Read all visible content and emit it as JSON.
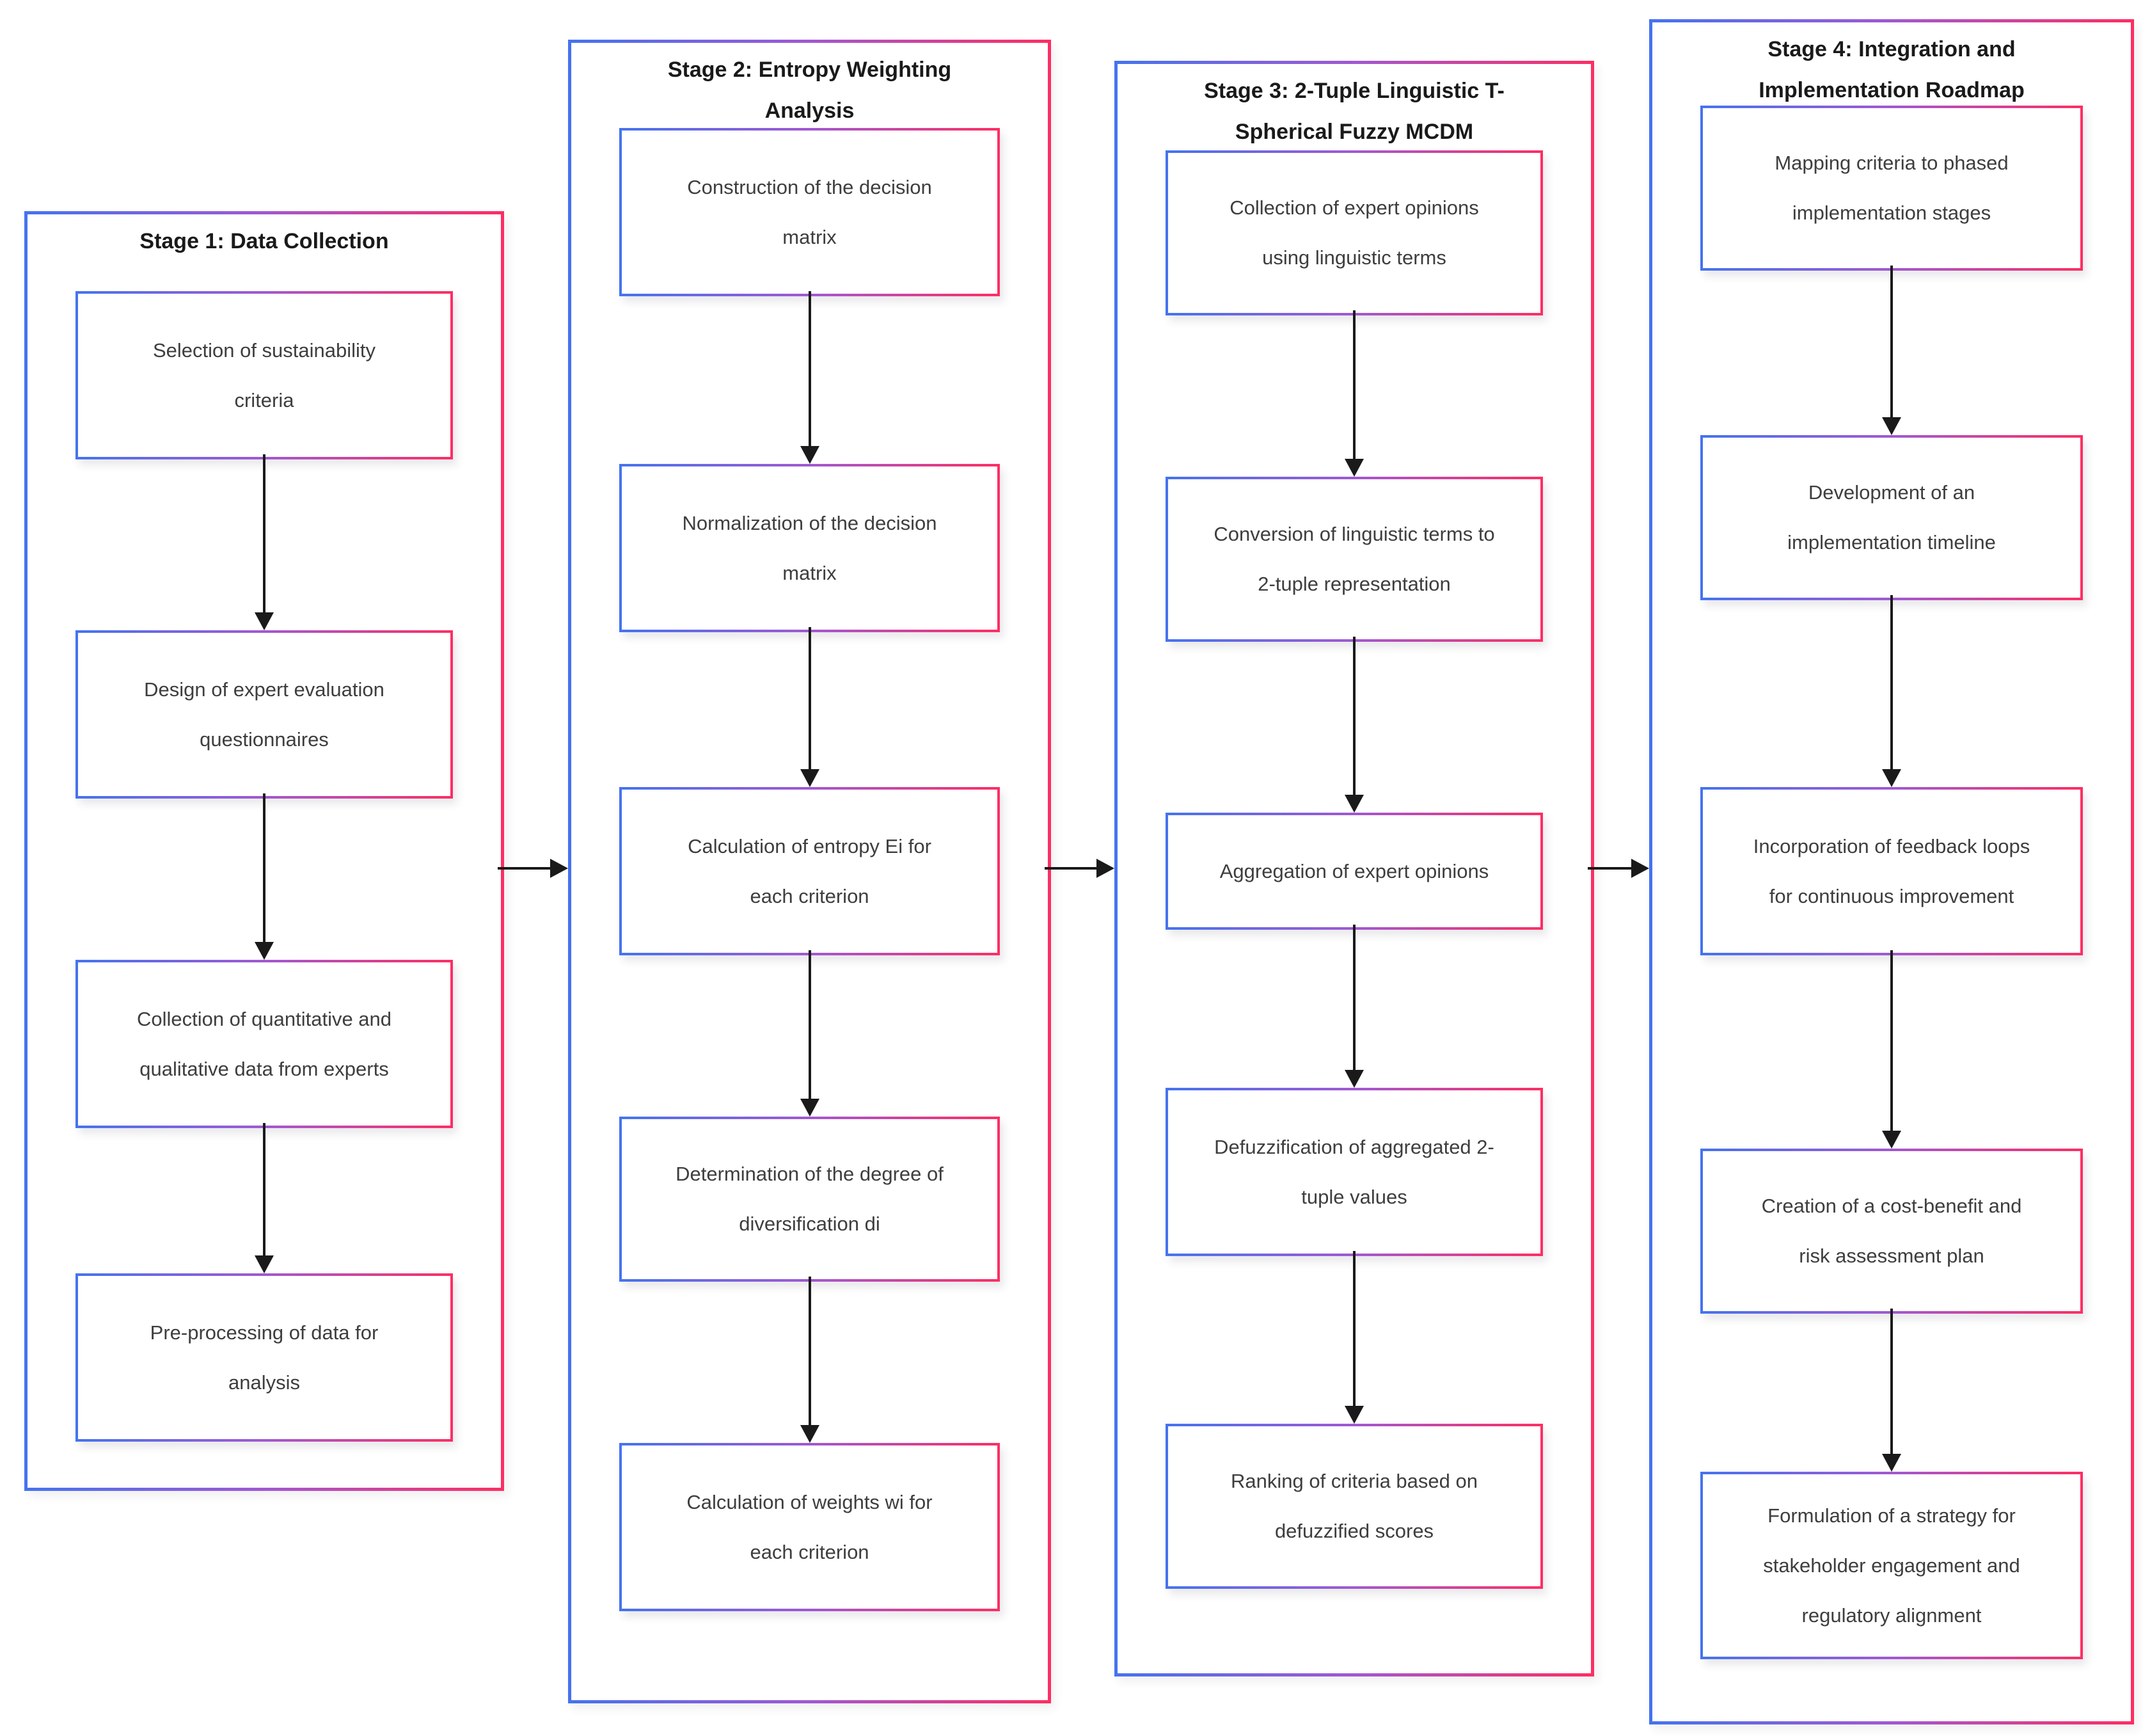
{
  "stages": [
    {
      "title_lines": [
        "Stage 1: Data Collection"
      ],
      "steps": [
        {
          "label": "Selection of sustainability criteria"
        },
        {
          "label": "Design of expert evaluation questionnaires"
        },
        {
          "label": "Collection of quantitative and qualitative data from experts"
        },
        {
          "label": "Pre-processing of data for analysis"
        }
      ]
    },
    {
      "title_lines": [
        "Stage 2: Entropy Weighting",
        "Analysis"
      ],
      "steps": [
        {
          "label": "Construction of the decision matrix"
        },
        {
          "label": "Normalization of the decision matrix"
        },
        {
          "label": "Calculation of entropy Ei for each criterion"
        },
        {
          "label": "Determination of the degree of diversification di"
        },
        {
          "label": "Calculation of weights wi for each criterion"
        }
      ]
    },
    {
      "title_lines": [
        "Stage 3: 2-Tuple Linguistic T-",
        "Spherical Fuzzy MCDM"
      ],
      "steps": [
        {
          "label": "Collection of expert opinions using linguistic terms"
        },
        {
          "label": "Conversion of linguistic terms to 2-tuple representation"
        },
        {
          "label": "Aggregation of expert opinions"
        },
        {
          "label": "Defuzzification of aggregated 2-tuple values"
        },
        {
          "label": "Ranking of criteria based on defuzzified scores"
        }
      ]
    },
    {
      "title_lines": [
        "Stage 4: Integration and",
        "Implementation Roadmap"
      ],
      "steps": [
        {
          "label": "Mapping criteria to phased implementation stages"
        },
        {
          "label": "Development of an implementation timeline"
        },
        {
          "label": "Incorporation of feedback loops for continuous improvement"
        },
        {
          "label": "Creation of a cost-benefit and risk assessment plan"
        },
        {
          "label": "Formulation of a strategy for stakeholder engagement and regulatory alignment"
        }
      ]
    }
  ],
  "colors": {
    "border_gradient_left_blue": "#4573ef",
    "border_gradient_mid_purple": "#a158d2",
    "border_gradient_right_pink": "#fd2e63",
    "arrow_black": "#1a1a1a",
    "step_text": "#3e3e3e",
    "title_text": "#1a1a1a",
    "background": "#ffffff"
  }
}
